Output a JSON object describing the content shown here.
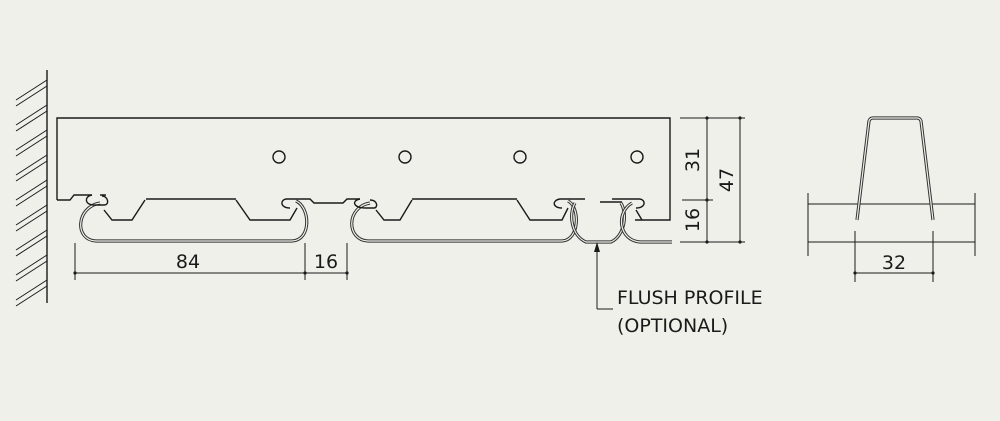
{
  "dimensions": {
    "panel_width": "84",
    "gap_width": "16",
    "upper_height": "31",
    "lower_height": "16",
    "total_height": "47",
    "section_width": "32"
  },
  "callout": {
    "line1": "FLUSH PROFILE",
    "line2": "(OPTIONAL)"
  },
  "colors": {
    "background": "#f0f0eb",
    "line": "#1a1a1a"
  }
}
